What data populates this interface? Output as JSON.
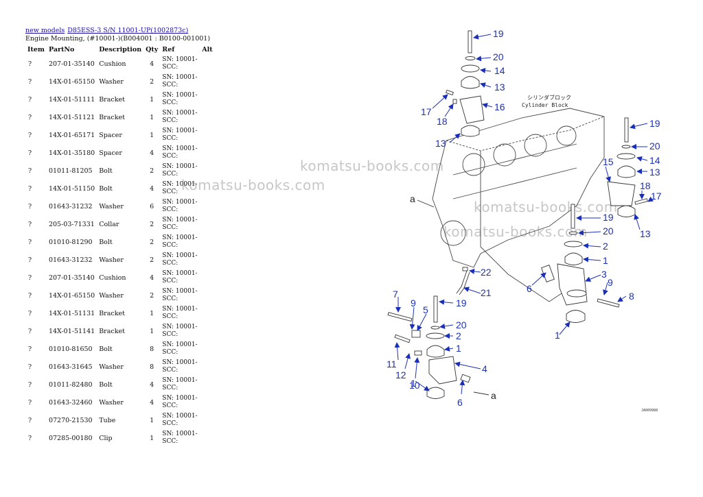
{
  "breadcrumbs": [
    {
      "label": "new models"
    },
    {
      "label": "D85ESS-3 S/N 11001-UP(1002873c)"
    }
  ],
  "subtitle": "Engine Mounting, (#10001-)(B004001 : B0100-001001)",
  "table": {
    "headers": [
      "Item",
      "PartNo",
      "Description",
      "Qty",
      "Ref",
      "Alt"
    ],
    "rows": [
      {
        "item": "?",
        "part": "207-01-35140",
        "desc": "Cushion",
        "qty": "4",
        "ref": "SN: 10001-SCC:"
      },
      {
        "item": "?",
        "part": "14X-01-65150",
        "desc": "Washer",
        "qty": "2",
        "ref": "SN: 10001-SCC:"
      },
      {
        "item": "?",
        "part": "14X-01-51111",
        "desc": "Bracket",
        "qty": "1",
        "ref": "SN: 10001-SCC:"
      },
      {
        "item": "?",
        "part": "14X-01-51121",
        "desc": "Bracket",
        "qty": "1",
        "ref": "SN: 10001-SCC:"
      },
      {
        "item": "?",
        "part": "14X-01-65171",
        "desc": "Spacer",
        "qty": "1",
        "ref": "SN: 10001-SCC:"
      },
      {
        "item": "?",
        "part": "14X-01-35180",
        "desc": "Spacer",
        "qty": "4",
        "ref": "SN: 10001-SCC:"
      },
      {
        "item": "?",
        "part": "01011-81205",
        "desc": "Bolt",
        "qty": "2",
        "ref": "SN: 10001-SCC:"
      },
      {
        "item": "?",
        "part": "14X-01-51150",
        "desc": "Bolt",
        "qty": "4",
        "ref": "SN: 10001-SCC:"
      },
      {
        "item": "?",
        "part": "01643-31232",
        "desc": "Washer",
        "qty": "6",
        "ref": "SN: 10001-SCC:"
      },
      {
        "item": "?",
        "part": "205-03-71331",
        "desc": "Collar",
        "qty": "2",
        "ref": "SN: 10001-SCC:"
      },
      {
        "item": "?",
        "part": "01010-81290",
        "desc": "Bolt",
        "qty": "2",
        "ref": "SN: 10001-SCC:"
      },
      {
        "item": "?",
        "part": "01643-31232",
        "desc": "Washer",
        "qty": "2",
        "ref": "SN: 10001-SCC:"
      },
      {
        "item": "?",
        "part": "207-01-35140",
        "desc": "Cushion",
        "qty": "4",
        "ref": "SN: 10001-SCC:"
      },
      {
        "item": "?",
        "part": "14X-01-65150",
        "desc": "Washer",
        "qty": "2",
        "ref": "SN: 10001-SCC:"
      },
      {
        "item": "?",
        "part": "14X-01-51131",
        "desc": "Bracket",
        "qty": "1",
        "ref": "SN: 10001-SCC:"
      },
      {
        "item": "?",
        "part": "14X-01-51141",
        "desc": "Bracket",
        "qty": "1",
        "ref": "SN: 10001-SCC:"
      },
      {
        "item": "?",
        "part": "01010-81650",
        "desc": "Bolt",
        "qty": "8",
        "ref": "SN: 10001-SCC:"
      },
      {
        "item": "?",
        "part": "01643-31645",
        "desc": "Washer",
        "qty": "8",
        "ref": "SN: 10001-SCC:"
      },
      {
        "item": "?",
        "part": "01011-82480",
        "desc": "Bolt",
        "qty": "4",
        "ref": "SN: 10001-SCC:"
      },
      {
        "item": "?",
        "part": "01643-32460",
        "desc": "Washer",
        "qty": "4",
        "ref": "SN: 10001-SCC:"
      },
      {
        "item": "?",
        "part": "07270-21530",
        "desc": "Tube",
        "qty": "1",
        "ref": "SN: 10001-SCC:"
      },
      {
        "item": "?",
        "part": "07285-00180",
        "desc": "Clip",
        "qty": "1",
        "ref": "SN: 10001-SCC:"
      }
    ]
  },
  "watermark": "komatsu-books.com",
  "diagram": {
    "block_label_jp": "シリンダブロック",
    "block_label_en": "Cylinder Block",
    "drawing_ref": "JA009988",
    "arrow_label": "a",
    "callout_color": "#1a2fb8"
  }
}
